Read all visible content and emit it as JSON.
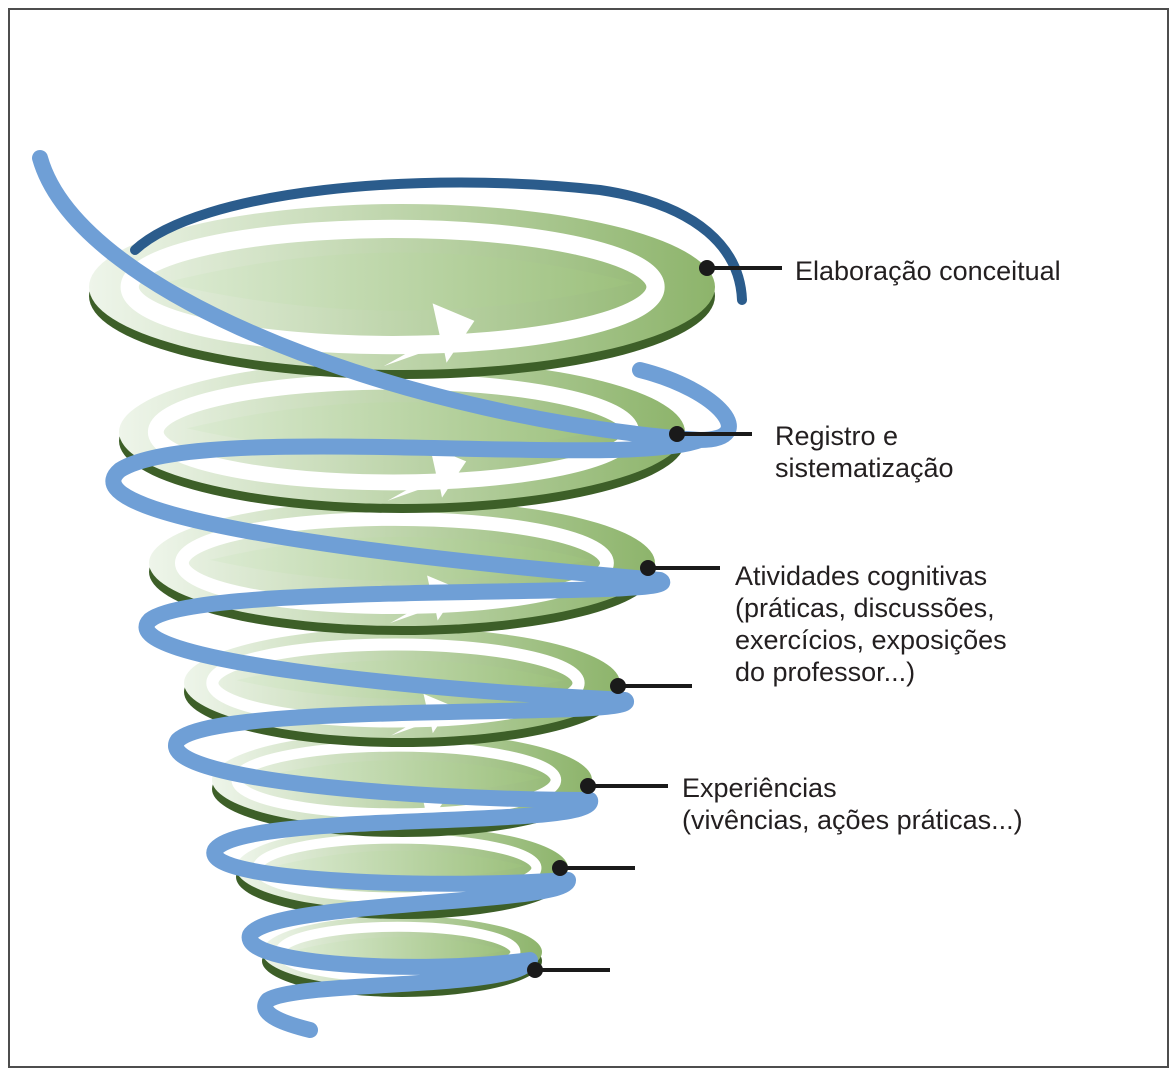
{
  "diagram": {
    "colors": {
      "disc_light": "#eef5ea",
      "disc_dark": "#8db46b",
      "disc_edge": "#3d5f28",
      "spiral_front": "#6f9fd6",
      "spiral_back": "#2b5c8c",
      "arrow": "#ffffff",
      "leader": "#1a1a1a",
      "frame": "#4d4d4d"
    },
    "levels": [
      {
        "id": "elaboracao",
        "lines": [
          "Elaboração conceitual"
        ]
      },
      {
        "id": "registro",
        "lines": [
          "Registro e",
          "sistematização"
        ]
      },
      {
        "id": "atividades",
        "lines": [
          "Atividades cognitivas",
          "(práticas, discussões,",
          "exercícios, exposições",
          "do professor...)"
        ]
      },
      {
        "id": "experiencias",
        "lines": [
          "Experiências",
          "(vivências, ações práticas...)"
        ]
      }
    ]
  }
}
